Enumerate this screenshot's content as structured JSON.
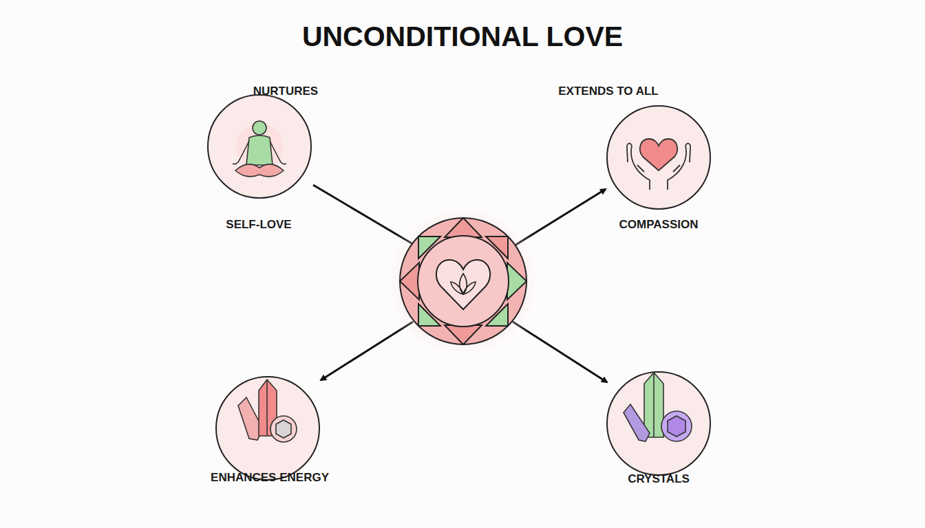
{
  "diagram": {
    "title": "UNCONDITIONAL LOVE",
    "nodes": [
      {
        "text": [
          "NURTURES",
          "SELF-LOVE"
        ]
      },
      {
        "text": [
          "EXTENDS TO ALL",
          "COMPASSION"
        ]
      },
      {
        "text": [
          "ENHANCES ENERGY"
        ]
      },
      {
        "text": [
          "CRYSTALS"
        ]
      }
    ]
  }
}
